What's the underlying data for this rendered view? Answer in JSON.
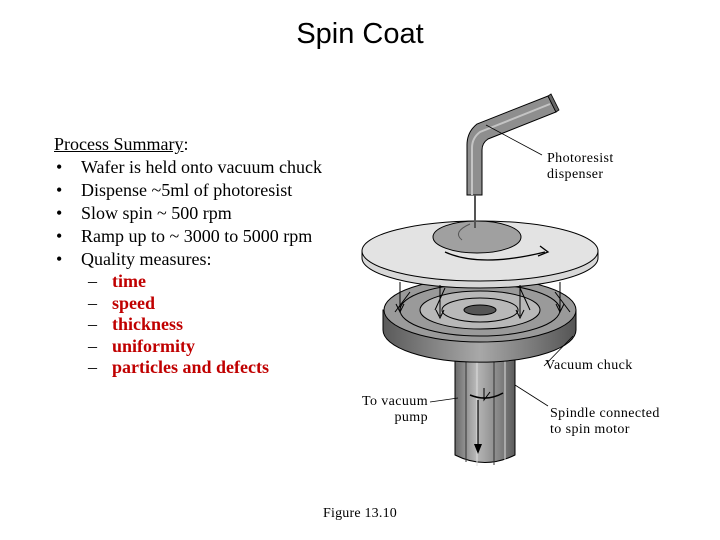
{
  "title": "Spin Coat",
  "summary": {
    "heading": "Process Summary",
    "bullets": [
      "Wafer is held onto vacuum chuck",
      "Dispense ~5ml of photoresist",
      "Slow spin ~ 500 rpm",
      "Ramp up to ~ 3000 to 5000 rpm",
      "Quality measures:"
    ],
    "quality_measures": [
      "time",
      "speed",
      "thickness",
      "uniformity",
      "particles and defects"
    ]
  },
  "labels": {
    "dispenser_line1": "Photoresist",
    "dispenser_line2": "dispenser",
    "chuck": "Vacuum chuck",
    "pump_line1": "To vacuum",
    "pump_line2": "pump",
    "spindle_line1": "Spindle connected",
    "spindle_line2": "to spin motor"
  },
  "caption": "Figure 13.10",
  "colors": {
    "quality_text": "#c00000"
  }
}
